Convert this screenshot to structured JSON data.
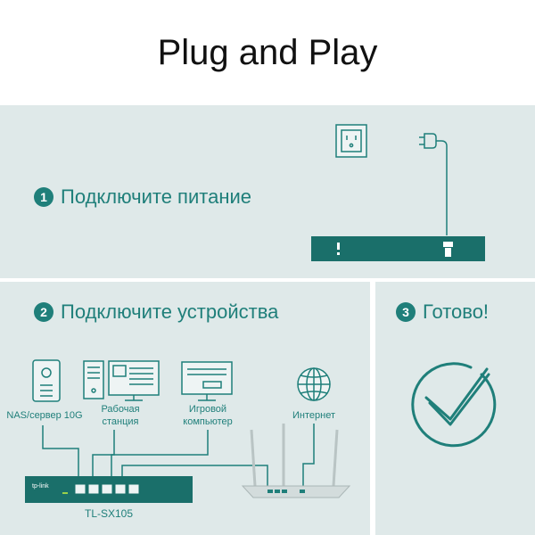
{
  "title": "Plug and Play",
  "steps": [
    {
      "number": "1",
      "label": "Подключите питание"
    },
    {
      "number": "2",
      "label": "Подключите устройства"
    },
    {
      "number": "3",
      "label": "Готово!"
    }
  ],
  "devices": {
    "nas": "NAS/сервер 10G",
    "workstation": "Рабочая станция",
    "gaming_pc": "Игровой компьютер",
    "internet": "Интернет"
  },
  "switch_model": "TL-SX105",
  "switch_brand": "tp-link",
  "colors": {
    "panel_bg": "#dfe9e9",
    "accent": "#1f7f7a",
    "dark_teal": "#1a6f6a",
    "title_text": "#111111"
  },
  "icons": [
    "power-outlet-icon",
    "power-plug-icon",
    "nas-icon",
    "workstation-icon",
    "monitor-icon",
    "globe-icon",
    "router-icon",
    "checkmark-icon"
  ]
}
